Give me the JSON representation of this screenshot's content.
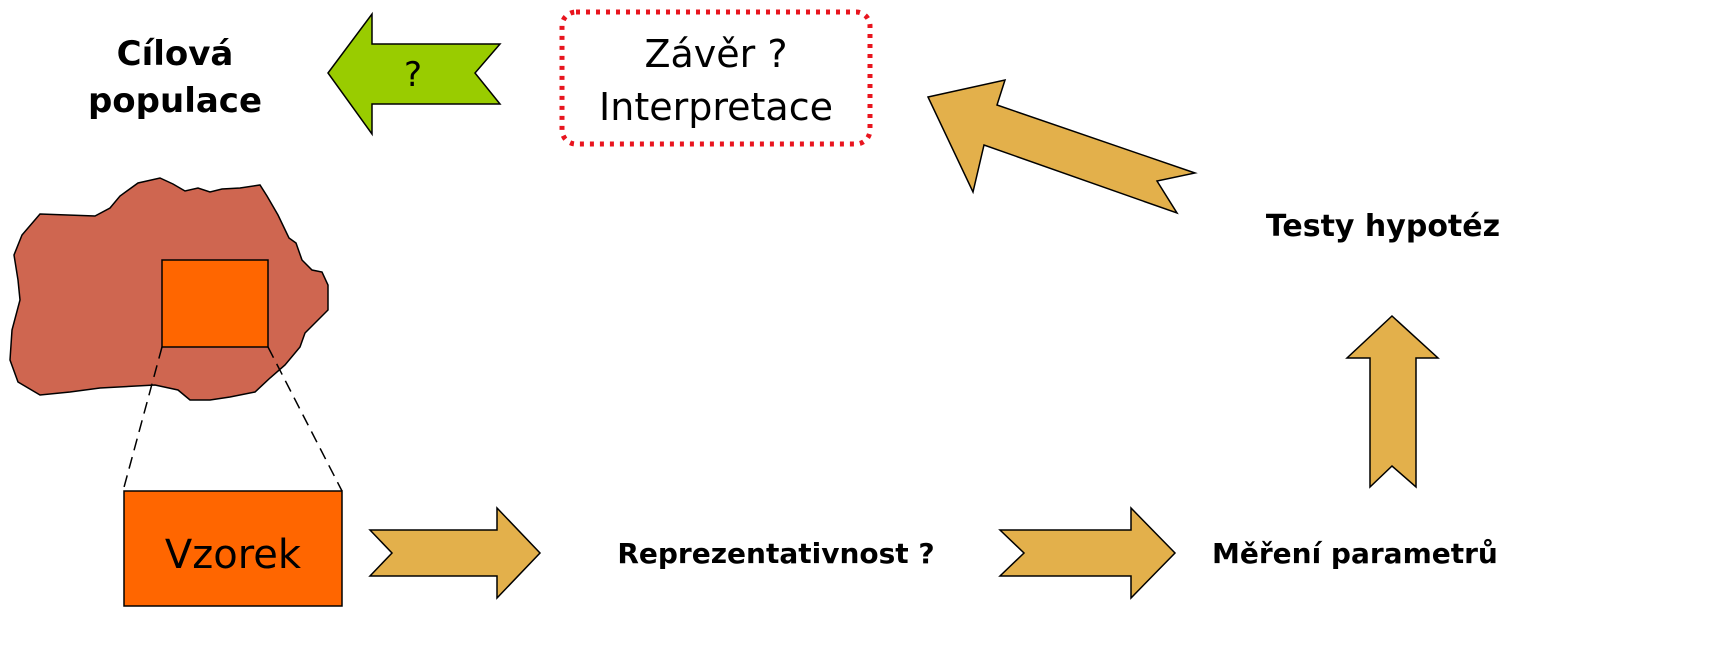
{
  "labels": {
    "target_population_line1": "Cílová",
    "target_population_line2": "populace",
    "question_mark": "?",
    "conclusion_line1": "Závěr ?",
    "conclusion_line2": "Interpretace",
    "hypothesis_tests": "Testy hypotéz",
    "sample": "Vzorek",
    "representativeness": "Reprezentativnost ?",
    "parameter_measurement": "Měření parametrů"
  },
  "colors": {
    "arrow_gold": "#E3B04B",
    "arrow_green": "#99CC00",
    "population_blob": "#CF6650",
    "sample_orange": "#FF6600",
    "dotted_border": "#E8141E",
    "outline": "#000000"
  }
}
